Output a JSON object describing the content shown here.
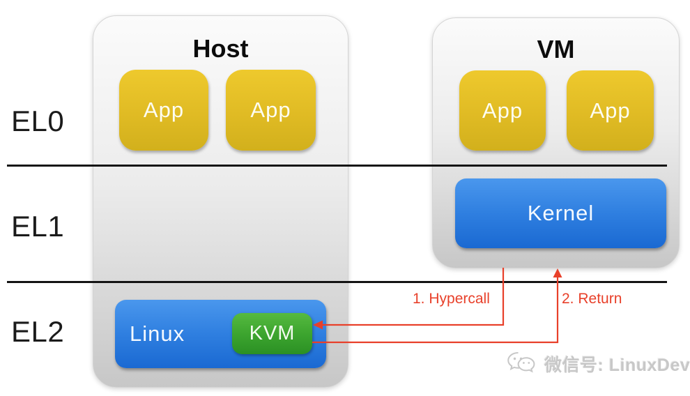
{
  "levels": [
    {
      "label": "EL0"
    },
    {
      "label": "EL1"
    },
    {
      "label": "EL2"
    }
  ],
  "host": {
    "title": "Host",
    "apps": [
      {
        "label": "App"
      },
      {
        "label": "App"
      }
    ],
    "linux": {
      "label": "Linux",
      "kvm_label": "KVM"
    }
  },
  "vm": {
    "title": "VM",
    "apps": [
      {
        "label": "App"
      },
      {
        "label": "App"
      }
    ],
    "kernel_label": "Kernel"
  },
  "arrows": [
    {
      "label": "1. Hypercall"
    },
    {
      "label": "2. Return"
    }
  ],
  "watermark": {
    "icon": "wechat-icon",
    "text": "微信号: LinuxDev"
  },
  "colors": {
    "app_yellow_top": "#eec92d",
    "app_yellow_bottom": "#d2b01c",
    "box_blue_top": "#4a97ed",
    "box_blue_bottom": "#1a69d2",
    "kvm_green_top": "#56ba40",
    "kvm_green_bottom": "#2b9024",
    "arrow_red": "#e8402a",
    "container_gray_top": "#fbfbfb",
    "container_gray_bottom": "#c7c7c7",
    "divider_black": "#141414",
    "watermark_gray": "#c8c8c8"
  }
}
